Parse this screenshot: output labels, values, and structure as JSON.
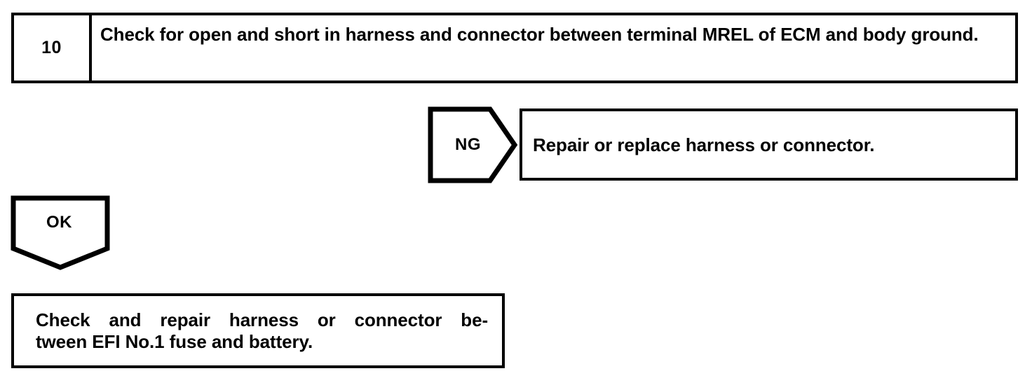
{
  "document": {
    "type": "automotive-troubleshooting-flowchart",
    "background_color": "#ffffff",
    "line_color": "#000000"
  },
  "step": {
    "number": "10",
    "instruction": "Check for open and short in harness and connector between terminal MREL of ECM and body ground."
  },
  "branches": {
    "ng": {
      "label": "NG",
      "arrow_direction": "right",
      "result": "Repair or replace harness or connector."
    },
    "ok": {
      "label": "OK",
      "arrow_direction": "down"
    }
  },
  "final": {
    "line1": "Check and repair harness or connector be-",
    "line2": "tween EFI No.1 fuse and battery."
  }
}
